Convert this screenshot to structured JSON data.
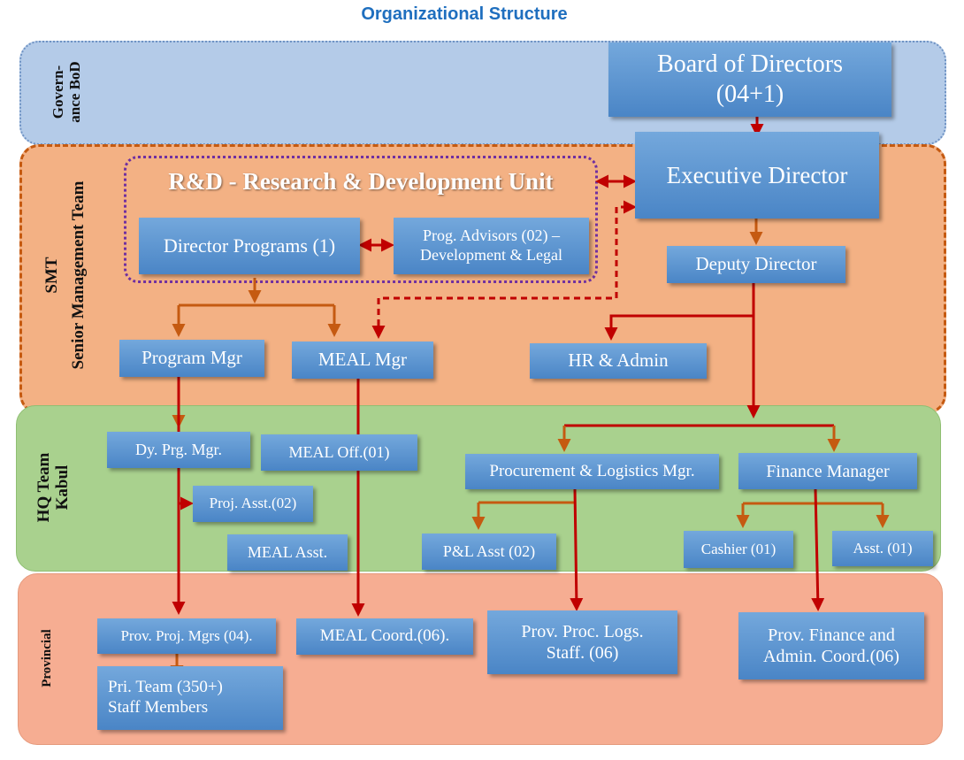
{
  "title": "Organizational Structure",
  "bands": {
    "governance": "Govern-\nance BoD",
    "smt_short": "SMT",
    "smt_long": "Senior Management Team",
    "hq": "HQ Team\nKabul",
    "provincial": "Provincial"
  },
  "rd_unit": "R&D - Research & Development Unit",
  "nodes": {
    "board": "Board of Directors\n(04+1)",
    "executive_director": "Executive Director",
    "deputy_director": "Deputy Director",
    "director_programs": "Director Programs (1)",
    "prog_advisors": "Prog. Advisors (02) –\nDevelopment & Legal",
    "program_mgr": "Program Mgr",
    "meal_mgr": "MEAL Mgr",
    "hr_admin": "HR & Admin",
    "dy_prg_mgr": "Dy. Prg. Mgr.",
    "meal_off": "MEAL Off.(01)",
    "proj_asst": "Proj. Asst.(02)",
    "meal_asst": "MEAL Asst.",
    "procurement_mgr": "Procurement & Logistics Mgr.",
    "finance_mgr": "Finance Manager",
    "pl_asst": "P&L Asst (02)",
    "cashier": "Cashier (01)",
    "asst": "Asst. (01)",
    "prov_proj_mgrs": "Prov. Proj. Mgrs (04).",
    "meal_coord": "MEAL Coord.(06).",
    "prov_proc_staff": "Prov. Proc. Logs.\nStaff. (06)",
    "prov_finance": "Prov. Finance and\nAdmin. Coord.(06)",
    "pri_team": "Pri. Team (350+)\nStaff Members"
  },
  "colors": {
    "title": "#1f6fbf",
    "box_top": "#74a8dc",
    "box_bottom": "#4a85c6",
    "dark_red_line": "#c00000",
    "orange_line": "#c55a11",
    "rd_border": "#7030a0"
  }
}
